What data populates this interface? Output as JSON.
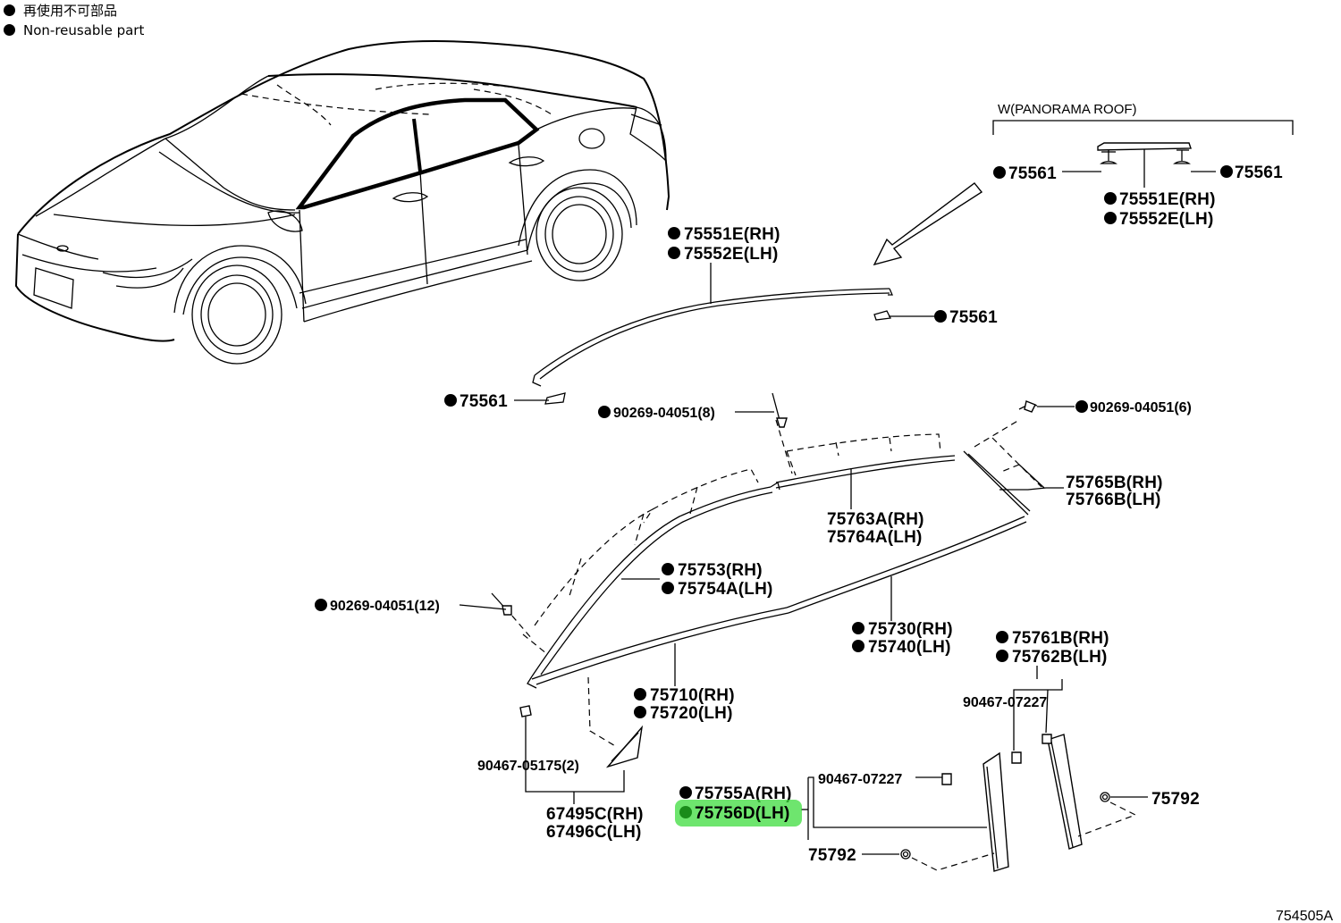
{
  "legend": {
    "line1": "再使用不可部品",
    "line2": "Non-reusable part"
  },
  "group_header": "W(PANORAMA ROOF)",
  "labels": {
    "p75561_roof_left": "75561",
    "p75561_roof_right": "75561",
    "p75551E_roof": "75551E(RH)",
    "p75552E_roof": "75552E(LH)",
    "p75551E": "75551E(RH)",
    "p75552E": "75552E(LH)",
    "p75561_right": "75561",
    "p75561_left": "75561",
    "p90269_8": "90269-04051(8)",
    "p90269_6": "90269-04051(6)",
    "p75765B": "75765B(RH)",
    "p75766B": "75766B(LH)",
    "p75763A": "75763A(RH)",
    "p75764A": "75764A(LH)",
    "p75753": "75753(RH)",
    "p75754A": "75754A(LH)",
    "p90269_12": "90269-04051(12)",
    "p75730": "75730(RH)",
    "p75740": "75740(LH)",
    "p75761B": "75761B(RH)",
    "p75762B": "75762B(LH)",
    "p90467_07227_top": "90467-07227",
    "p75710": "75710(RH)",
    "p75720": "75720(LH)",
    "p90467_05175": "90467-05175(2)",
    "p67495C": "67495C(RH)",
    "p67496C": "67496C(LH)",
    "p75755A": "75755A(RH)",
    "p75756D": "75756D(LH)",
    "p90467_07227_bottom": "90467-07227",
    "p75792_right": "75792",
    "p75792_bottom": "75792"
  },
  "diagram_code": "754505A",
  "highlight_color": "#3ddc3d"
}
